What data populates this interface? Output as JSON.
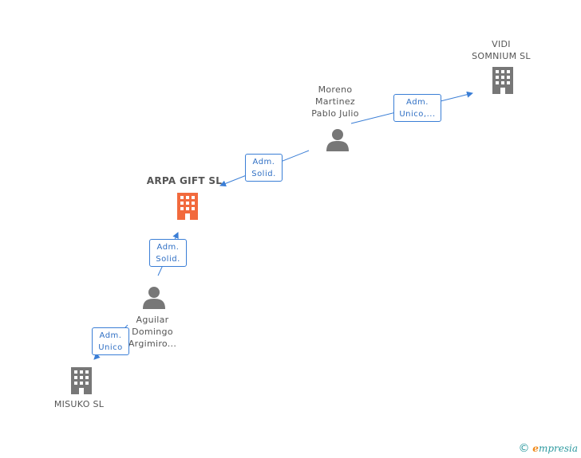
{
  "nodes": {
    "vidi": {
      "label": "VIDI\nSOMNIUM  SL",
      "type": "company",
      "color": "#777777"
    },
    "moreno": {
      "label": "Moreno\nMartinez\nPablo Julio",
      "type": "person",
      "color": "#777777"
    },
    "arpa": {
      "label": "ARPA GIFT SL",
      "type": "company",
      "color": "#f26a3d"
    },
    "aguilar": {
      "label": "Aguilar\nDomingo\nArgimiro...",
      "type": "person",
      "color": "#777777"
    },
    "misuko": {
      "label": "MISUKO SL",
      "type": "company",
      "color": "#777777"
    }
  },
  "relations": {
    "moreno_vidi": "Adm.\nUnico,...",
    "moreno_arpa": "Adm.\nSolid.",
    "aguilar_arpa": "Adm.\nSolid.",
    "aguilar_misuko": "Adm.\nUnico"
  },
  "footer": {
    "copyright": "©",
    "brand_initial": "e",
    "brand_rest": "mpresia"
  },
  "colors": {
    "edge": "#3a7ed6",
    "company": "#777777",
    "focus": "#f26a3d",
    "person": "#777777"
  }
}
